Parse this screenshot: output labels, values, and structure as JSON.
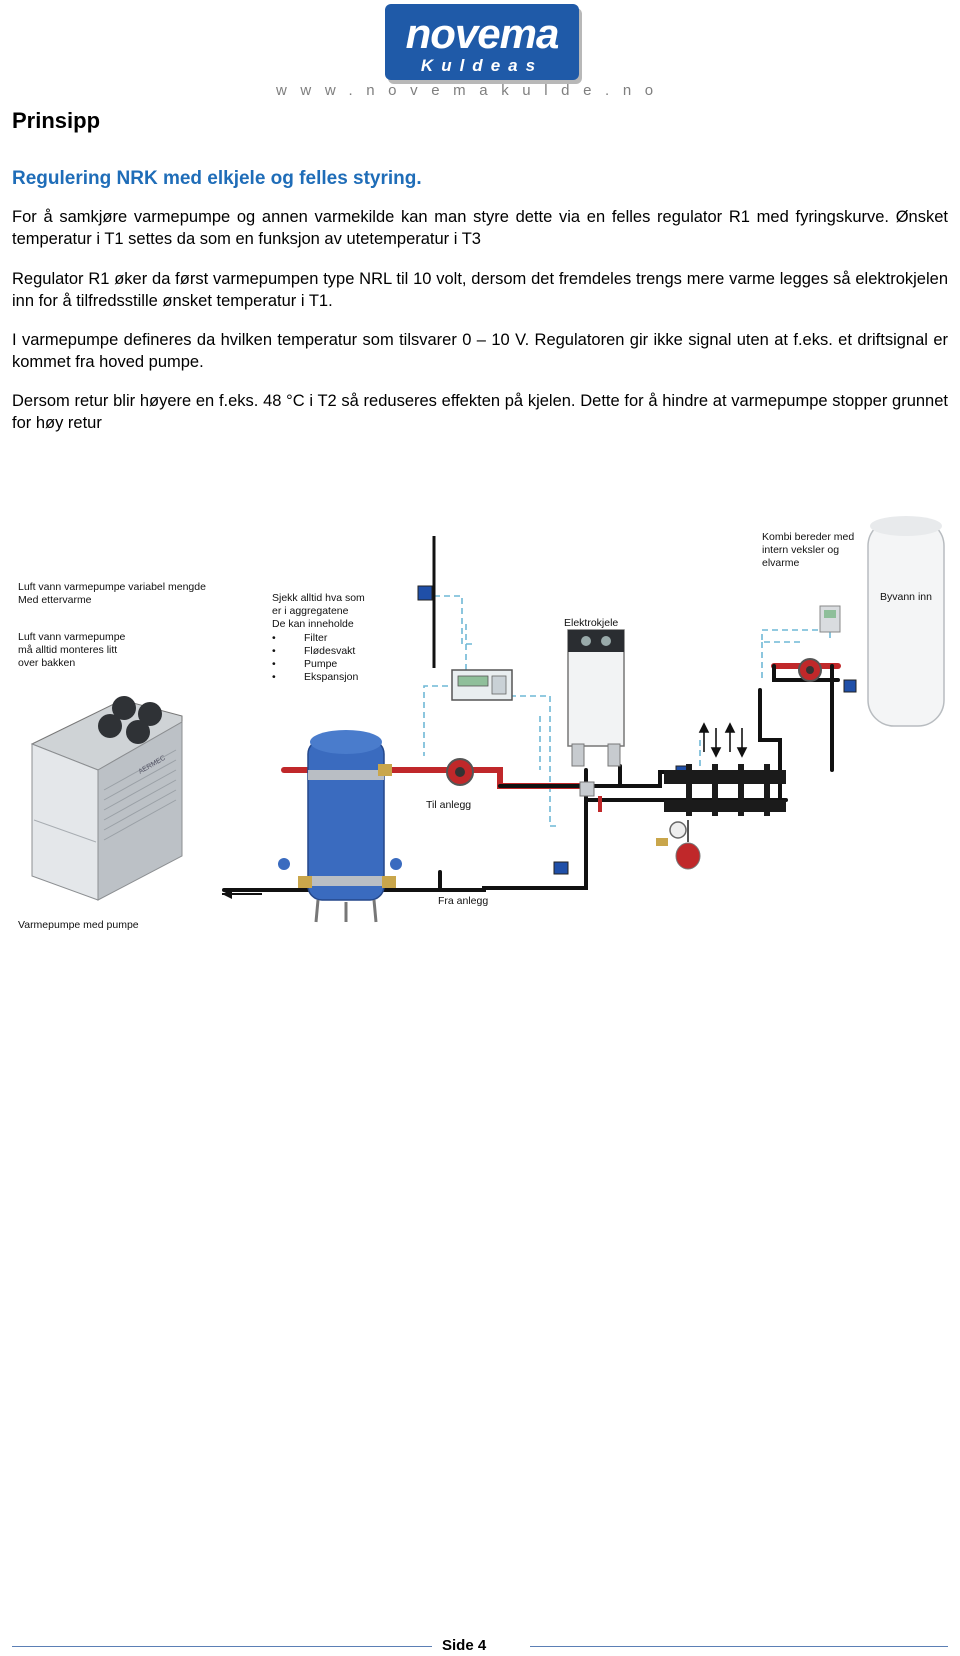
{
  "header": {
    "logo_main": "novema",
    "logo_sub": "Kuldeas",
    "url": "www.novemakulde.no"
  },
  "page": {
    "heading": "Prinsipp",
    "subheading": "Regulering NRK med elkjele og felles styring.",
    "paragraphs": [
      "For å samkjøre varmepumpe og annen varmekilde kan man styre dette via en felles regulator R1 med fyringskurve. Ønsket temperatur i T1 settes da som en funksjon av utetemperatur i T3",
      "Regulator R1 øker da først varmepumpen type NRL  til 10 volt, dersom det fremdeles trengs mere varme legges så elektrokjelen inn for å tilfredsstille ønsket temperatur i T1.",
      "I varmepumpe defineres da hvilken temperatur som tilsvarer 0 – 10 V. Regulatoren gir ikke signal uten at f.eks. et driftsignal er kommet fra hoved pumpe.",
      "Dersom retur blir høyere en f.eks. 48 °C i T2 så reduseres effekten på kjelen. Dette for å hindre at varmepumpe stopper grunnet for høy retur"
    ]
  },
  "diagram": {
    "label_hp_title_1": "Luft vann varmepumpe variabel mengde",
    "label_hp_title_2": "Med ettervarme",
    "label_hp_note_1": "Luft vann varmepumpe",
    "label_hp_note_2": "må alltid monteres litt",
    "label_hp_note_3": "over bakken",
    "label_check_1": "Sjekk alltid hva som",
    "label_check_2": "er i aggregatene",
    "label_check_3": "De kan inneholde",
    "check_items": [
      "Filter",
      "Flødesvakt",
      "Pumpe",
      "Ekspansjon"
    ],
    "label_boiler": "Elektrokjele",
    "label_tank_1": "Kombi  bereder med",
    "label_tank_2": "intern veksler og",
    "label_tank_3": "elvarme",
    "label_cold_in": "Byvann inn",
    "label_til": "Til anlegg",
    "label_fra": "Fra anlegg",
    "label_hp_bottom": "Varmepumpe med pumpe",
    "hp_brand": "AERMEC"
  },
  "footer": {
    "page_label": "Side 4"
  },
  "colors": {
    "logo_blue": "#1f5aa8",
    "heading_blue": "#1f6db8",
    "tank_blue": "#3a6bbf",
    "pipe_red": "#c0282a",
    "signal_cyan": "#6fb8d6"
  }
}
